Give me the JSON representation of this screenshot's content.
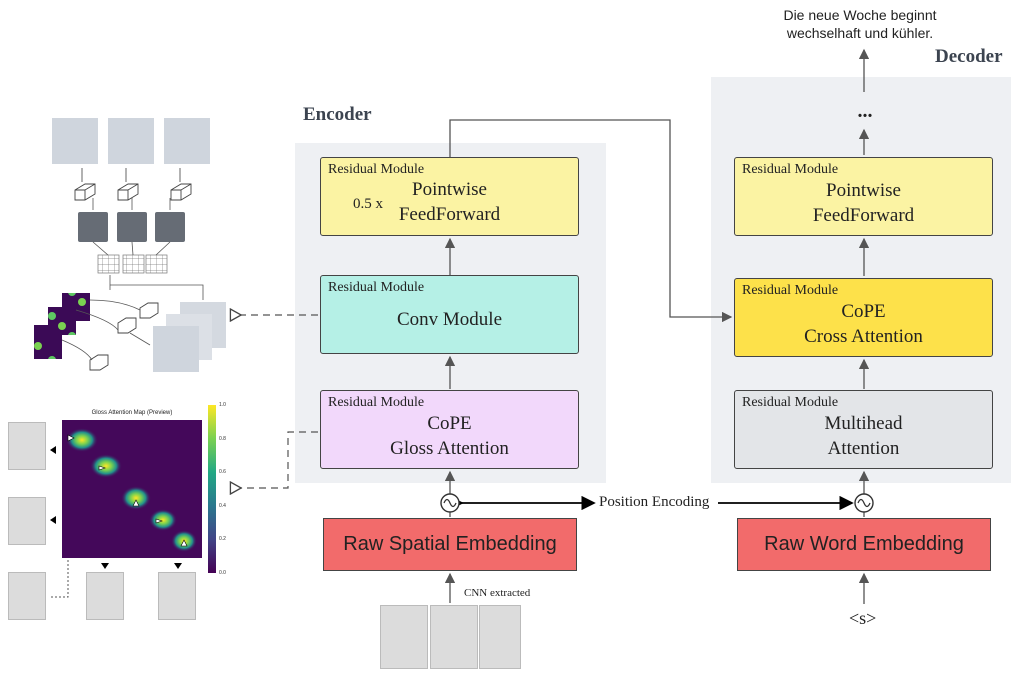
{
  "output_sentence": {
    "line1": "Die neue Woche beginnt",
    "line2": "wechselhaft und kühler."
  },
  "encoder": {
    "heading": "Encoder",
    "ffn": {
      "tag": "Residual Module",
      "scale": "0.5 x",
      "line1": "Pointwise",
      "line2": "FeedForward"
    },
    "conv": {
      "tag": "Residual Module",
      "line1": "Conv Module"
    },
    "gloss": {
      "tag": "Residual Module",
      "line1": "CoPE",
      "line2": "Gloss Attention"
    },
    "embedding": "Raw Spatial Embedding",
    "input_caption": "CNN extracted"
  },
  "decoder": {
    "heading": "Decoder",
    "ellipsis": "...",
    "ffn": {
      "tag": "Residual Module",
      "line1": "Pointwise",
      "line2": "FeedForward"
    },
    "cross": {
      "tag": "Residual Module",
      "line1": "CoPE",
      "line2": "Cross Attention"
    },
    "mha": {
      "tag": "Residual Module",
      "line1": "Multihead",
      "line2": "Attention"
    },
    "embedding": "Raw Word Embedding",
    "start_token": "<s>"
  },
  "position_encoding": "Position Encoding",
  "gloss_map": {
    "title": "Gloss Attention Map (Preview)",
    "colorbar_ticks": [
      "1.0",
      "0.8",
      "0.6",
      "0.4",
      "0.2",
      "0.0"
    ]
  },
  "colors": {
    "ffn": "#fbf3a3",
    "conv": "#b5f0e6",
    "gloss": "#f2d8fb",
    "cross": "#fde14a",
    "mha": "#e3e5e8",
    "embedding": "#f26b6b",
    "panel": "#eef0f3"
  }
}
